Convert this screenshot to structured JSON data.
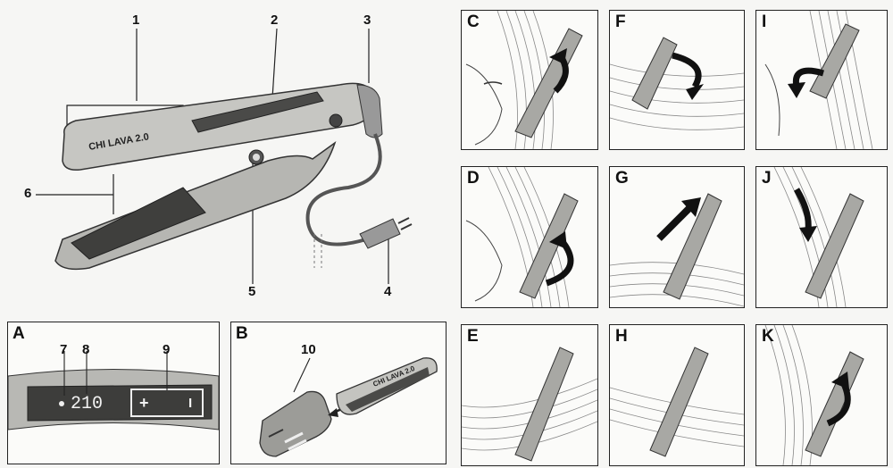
{
  "callouts": {
    "c1": "1",
    "c2": "2",
    "c3": "3",
    "c4": "4",
    "c5": "5",
    "c6": "6",
    "c7": "7",
    "c8": "8",
    "c9": "9",
    "c10": "10"
  },
  "panels": {
    "A": "A",
    "B": "B",
    "C": "C",
    "D": "D",
    "E": "E",
    "F": "F",
    "G": "G",
    "H": "H",
    "I": "I",
    "J": "J",
    "K": "K"
  },
  "device": {
    "brand": "CHI LAVA 2.0"
  },
  "display": {
    "temperature": "210",
    "plus": "+",
    "power": "I"
  }
}
